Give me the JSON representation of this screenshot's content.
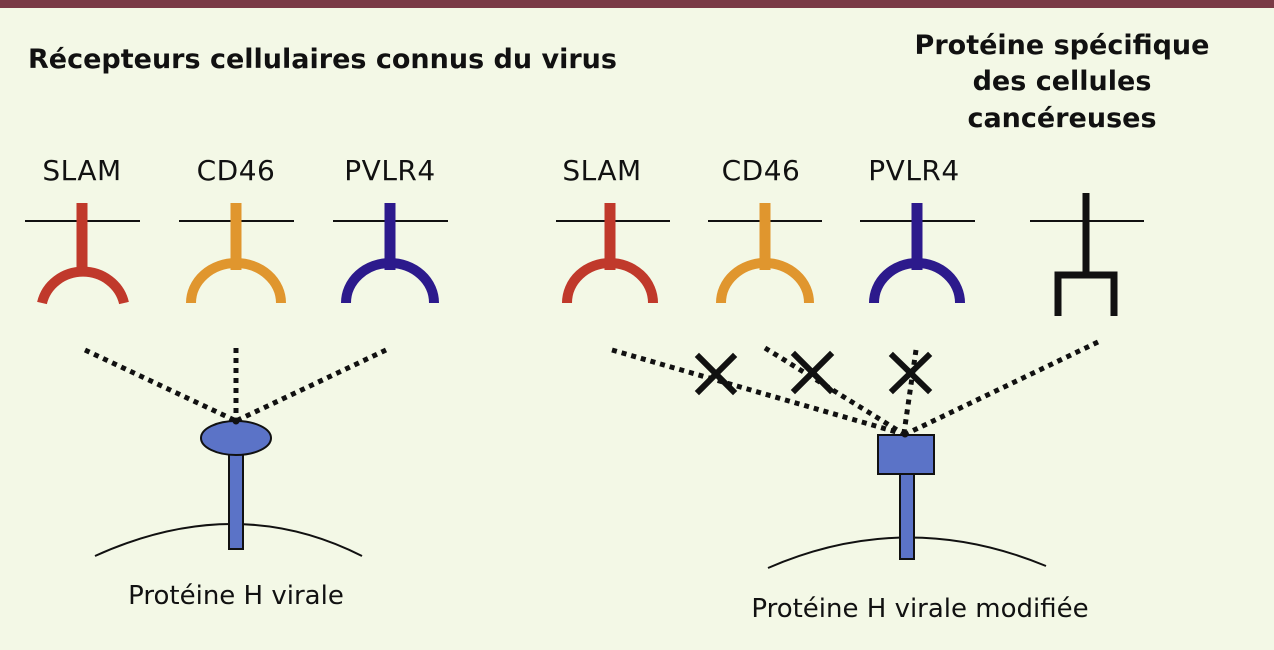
{
  "left_panel": {
    "title": "Récepteurs cellulaires connus du virus",
    "receptors": [
      {
        "label": "SLAM",
        "color": "#c0392b"
      },
      {
        "label": "CD46",
        "color": "#e0962e"
      },
      {
        "label": "PVLR4",
        "color": "#2c1a8c"
      }
    ],
    "caption": "Protéine H virale"
  },
  "right_panel": {
    "title_line1": "Protéine spécifique",
    "title_line2": "des cellules cancéreuses",
    "receptors": [
      {
        "label": "SLAM",
        "color": "#c0392b"
      },
      {
        "label": "CD46",
        "color": "#e0962e"
      },
      {
        "label": "PVLR4",
        "color": "#2c1a8c"
      }
    ],
    "caption": "Protéine H virale modifiée"
  },
  "colors": {
    "background": "#f3f8e6",
    "top_bar": "#7a3b46",
    "protein_fill": "#5b73c7",
    "cancer_receptor": "#111111"
  }
}
